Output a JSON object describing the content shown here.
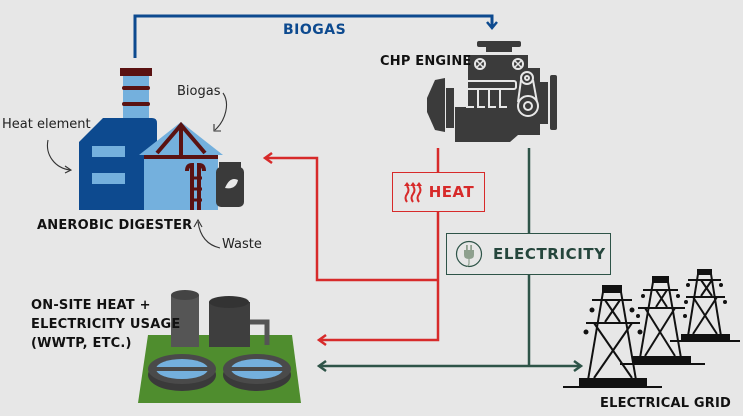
{
  "diagram": {
    "flows": {
      "biogas": "BIOGAS",
      "heat": "HEAT",
      "electricity": "ELECTRICITY"
    },
    "nodes": {
      "digester": "ANEROBIC DIGESTER",
      "chp_engine": "CHP ENGINE",
      "onsite_usage": [
        "ON-SITE HEAT +",
        "ELECTRICITY USAGE",
        "(WWTP, ETC.)"
      ],
      "grid": "ELECTRICAL GRID"
    },
    "annotations": {
      "heat_element": "Heat element",
      "biogas": "Biogas",
      "waste": "Waste"
    },
    "icons": {
      "heat": "heat-waves-icon",
      "electricity": "plug-icon",
      "engine": "engine-icon",
      "digester": "digester-icon",
      "treatment_plant": "treatment-plant-icon",
      "power_towers": "transmission-tower-icon"
    },
    "colors": {
      "background": "#e7e7e7",
      "biogas": "#0d4a8f",
      "heat": "#d72a2a",
      "electricity": "#2e5448"
    }
  }
}
